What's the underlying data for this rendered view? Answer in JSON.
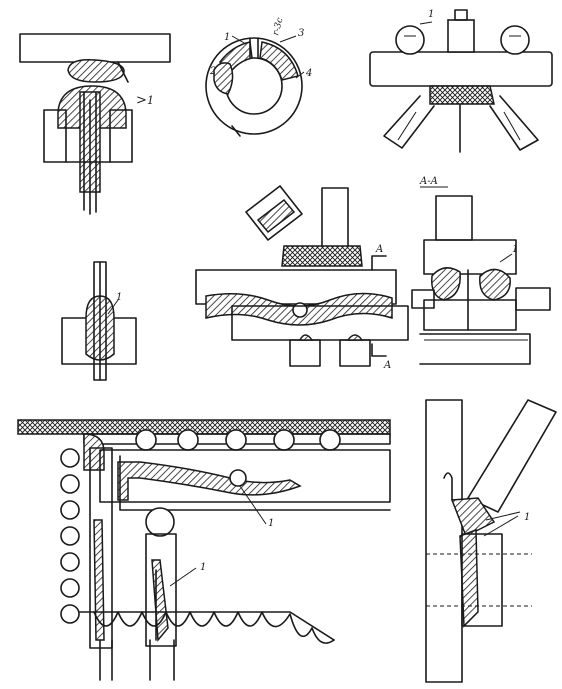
{
  "figure": {
    "panel_a": {
      "marker": "1"
    },
    "panel_b": {
      "labels": [
        "1",
        "2",
        "3",
        "4"
      ],
      "dimension": "r-3c"
    },
    "panel_c": {
      "label": "1"
    },
    "panel_d": {
      "label": "1"
    },
    "panel_e": {
      "section_mark_top": "A",
      "section_mark_bottom": "A"
    },
    "panel_f": {
      "section_title": "A-A",
      "label": "1"
    },
    "panel_g": {
      "labels": [
        "1",
        "1"
      ]
    },
    "panel_h": {
      "label": "1"
    }
  }
}
